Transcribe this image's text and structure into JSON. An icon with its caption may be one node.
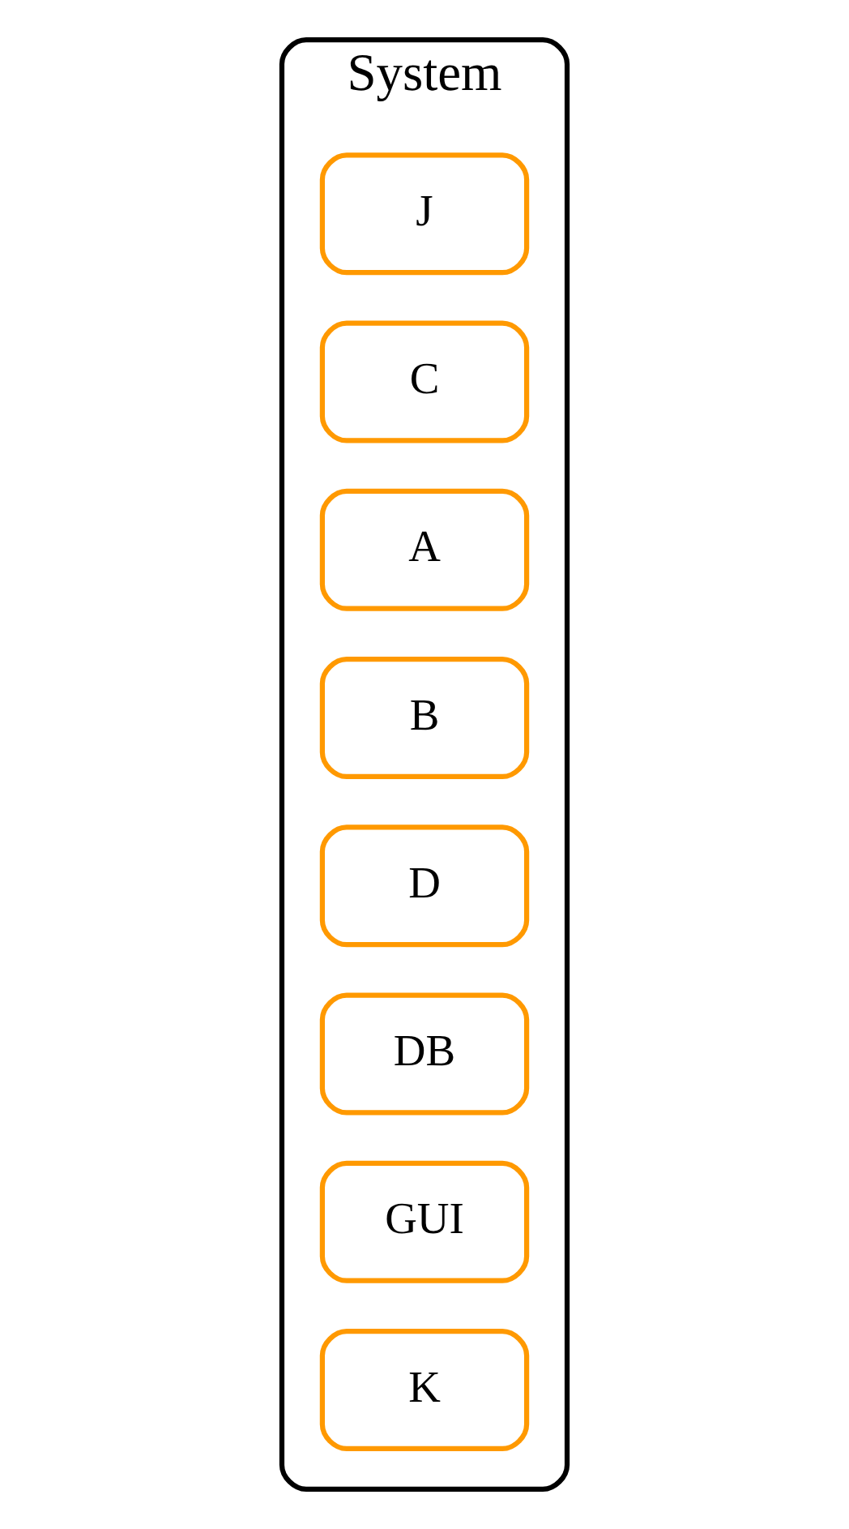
{
  "diagram": {
    "nodes": [
      {
        "text": [
          "System"
        ]
      },
      {
        "text": [
          "J"
        ],
        "in": 0
      },
      {
        "text": [
          "C"
        ],
        "in": 0
      },
      {
        "text": [
          "A"
        ],
        "in": 0
      },
      {
        "text": [
          "B"
        ],
        "in": 0
      },
      {
        "text": [
          "D"
        ],
        "in": 0
      },
      {
        "text": [
          "DB"
        ],
        "in": 0
      },
      {
        "text": [
          "GUI"
        ],
        "in": 0
      },
      {
        "text": [
          "K"
        ],
        "in": 0
      }
    ],
    "edges": []
  }
}
